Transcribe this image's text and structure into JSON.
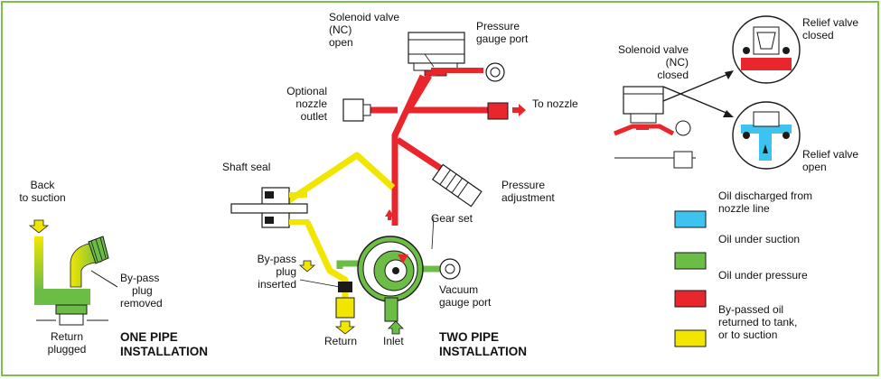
{
  "colors": {
    "border": "#7cc04a",
    "oil_discharged_nozzle": "#3cc3f0",
    "oil_suction": "#6cbd45",
    "oil_pressure": "#e8262b",
    "oil_bypassed": "#f2e600",
    "outline": "#1a1a1a"
  },
  "one_pipe": {
    "back_to_suction": [
      "Back",
      "to suction"
    ],
    "bypass_plug_removed": [
      "By-pass",
      "plug",
      "removed"
    ],
    "return_plugged": [
      "Return",
      "plugged"
    ],
    "title": [
      "ONE PIPE",
      "INSTALLATION"
    ]
  },
  "two_pipe": {
    "solenoid_valve_open": [
      "Solenoid valve",
      "(NC)",
      "open"
    ],
    "pressure_gauge_port": [
      "Pressure",
      "gauge port"
    ],
    "optional_nozzle_outlet": [
      "Optional",
      "nozzle",
      "outlet"
    ],
    "to_nozzle": "To nozzle",
    "shaft_seal": "Shaft seal",
    "pressure_adjustment": [
      "Pressure",
      "adjustment"
    ],
    "gear_set": "Gear set",
    "bypass_plug_inserted": [
      "By-pass",
      "plug",
      "inserted"
    ],
    "vacuum_gauge_port": [
      "Vacuum",
      "gauge port"
    ],
    "return": "Return",
    "inlet": "Inlet",
    "title": [
      "TWO PIPE",
      "INSTALLATION"
    ]
  },
  "relief": {
    "solenoid_valve_closed": [
      "Solenoid valve",
      "(NC)",
      "closed"
    ],
    "relief_valve_closed": [
      "Relief valve",
      "closed"
    ],
    "relief_valve_open": [
      "Relief valve",
      "open"
    ]
  },
  "legend": {
    "items": [
      {
        "label": [
          "Oil discharged from",
          "nozzle line"
        ],
        "color": "#3cc3f0"
      },
      {
        "label": [
          "Oil under suction"
        ],
        "color": "#6cbd45"
      },
      {
        "label": [
          "Oil under pressure"
        ],
        "color": "#e8262b"
      },
      {
        "label": [
          "By-passed oil",
          "returned to tank,",
          "or to suction"
        ],
        "color": "#f2e600"
      }
    ]
  }
}
